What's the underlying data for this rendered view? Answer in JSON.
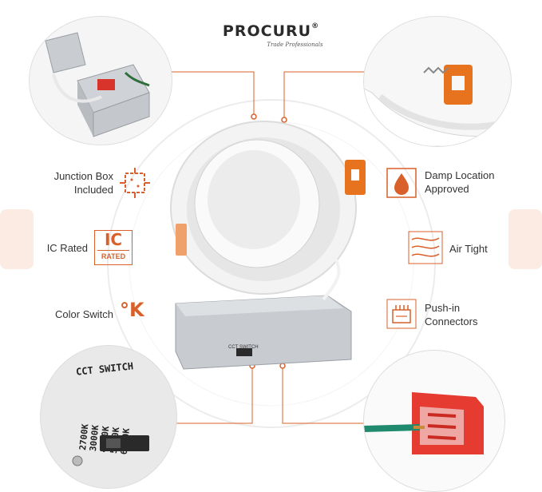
{
  "brand": {
    "name": "PROCURU",
    "registered": "®",
    "tagline": "Trade Professionals"
  },
  "features": {
    "junction_box": "Junction Box Included",
    "ic_rated": "IC Rated",
    "color_switch": "Color Switch",
    "damp_location": "Damp Location Approved",
    "air_tight": "Air Tight",
    "push_in": "Push-in Connectors"
  },
  "icons": {
    "junction_box": "junction-box-icon",
    "ic_rated": "ic-rated-badge",
    "color_switch": "kelvin-icon",
    "damp_location": "water-drop-icon",
    "air_tight": "air-tight-icon",
    "push_in": "connector-icon"
  },
  "ic_badge": {
    "top": "IC",
    "bottom": "RATED"
  },
  "kelvin_symbol": "°K",
  "cct_switch": {
    "title": "CCT SWITCH",
    "options": [
      "2700K",
      "3000K",
      "4000K",
      "5000K",
      "6000K"
    ],
    "small_label": "CCT SWITCH"
  },
  "colors": {
    "accent": "#d9602a",
    "orange_clip": "#e8731f",
    "text": "#333333"
  }
}
